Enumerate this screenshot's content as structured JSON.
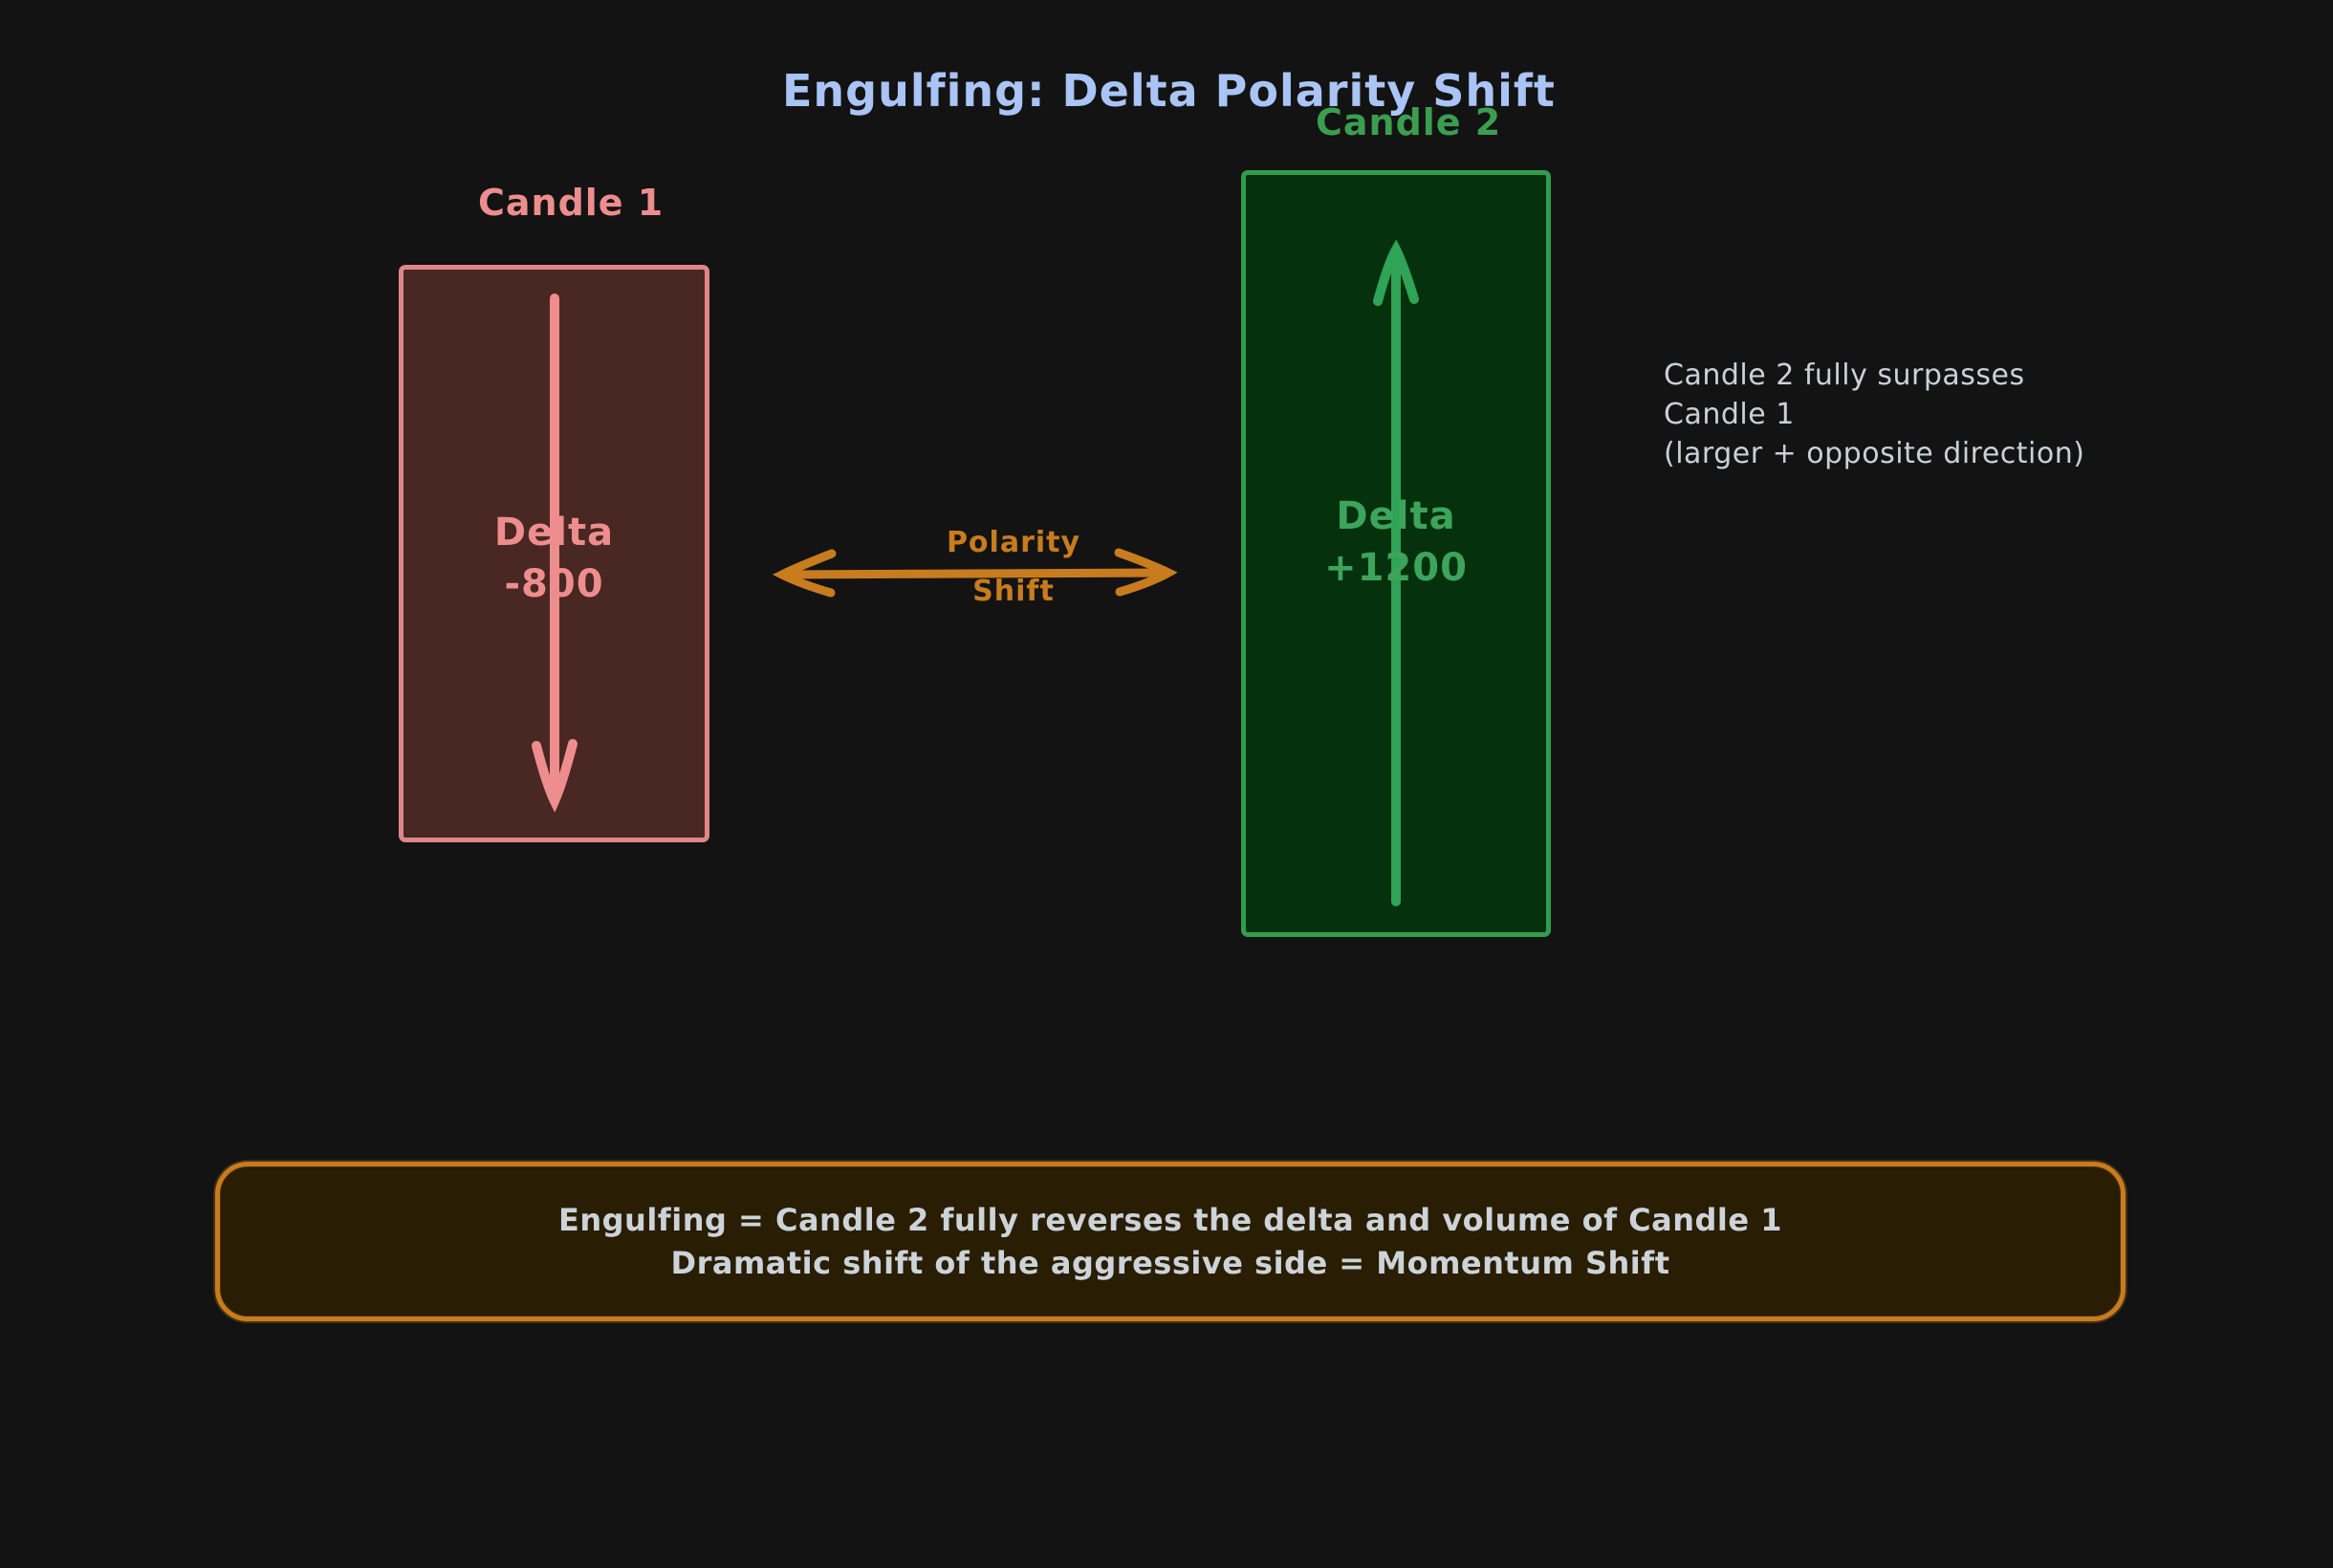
{
  "title": {
    "text": "Engulfing: Delta Polarity Shift",
    "color": "#a9c4f5"
  },
  "candle1": {
    "label": "Candle 1",
    "delta_label": "Delta",
    "delta_value": "-800",
    "direction": "down",
    "stroke_color": "#e08688",
    "fill_color": "#492723"
  },
  "candle2": {
    "label": "Candle 2",
    "delta_label": "Delta",
    "delta_value": "+1200",
    "direction": "up",
    "stroke_color": "#2f9e4e",
    "fill_color": "#06310d"
  },
  "polarity": {
    "line1": "Polarity",
    "line2": "Shift",
    "color": "#c87c1e"
  },
  "annotation": {
    "lines": [
      "Candle 2 fully surpasses",
      "Candle 1",
      "(larger + opposite direction)"
    ],
    "color": "#c9d0d8"
  },
  "callout": {
    "line1": "Engulfing = Candle 2 fully reverses the delta and volume of Candle 1",
    "line2": "Dramatic shift of the aggressive side = Momentum Shift",
    "border_color": "#c87c1e",
    "fill_color": "#291d03",
    "text_color": "#ccd3d9"
  },
  "background_color": "#131313"
}
